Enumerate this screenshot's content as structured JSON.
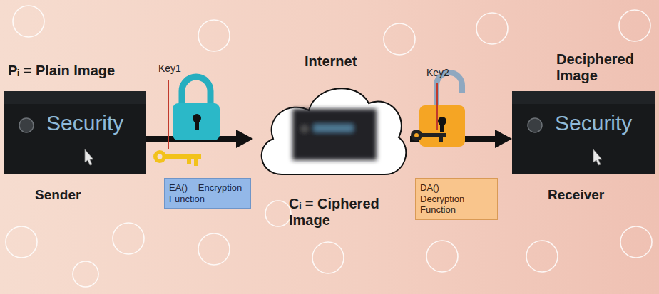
{
  "diagram": {
    "nodes": [
      {
        "text": [
          "Pᵢ = Plain Image",
          "Security",
          "Sender"
        ]
      },
      {
        "text": [
          "EA() = Encryption Function"
        ]
      },
      {
        "text": [
          "Internet",
          "Cᵢ = Ciphered Image"
        ]
      },
      {
        "text": [
          "DA() = Decryption Function"
        ]
      },
      {
        "text": [
          "Deciphered Image",
          "Security",
          "Receiver"
        ]
      }
    ],
    "edges": [
      {
        "from": 0,
        "to": 2,
        "arrow": "to"
      },
      {
        "from": 2,
        "to": 4,
        "arrow": "to"
      }
    ],
    "labels": [
      "Key1",
      "Key2"
    ]
  }
}
